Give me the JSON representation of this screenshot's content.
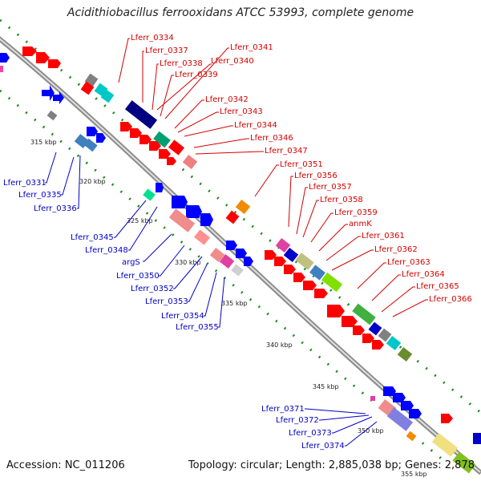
{
  "title": "Acidithiobacillus ferrooxidans ATCC 53993, complete genome",
  "accession_text": "Accession: NC_011206",
  "summary_text": "Topology: circular; Length: 2,885,038 bp; Genes: 2,878",
  "colors": {
    "forward_label": "#d40000",
    "reverse_label": "#0000c8",
    "backbone": "#8c8c8c",
    "tick": "#1a8c1a"
  },
  "kbp_labels": [
    "315 kbp",
    "320 kbp",
    "325 kbp",
    "330 kbp",
    "335 kbp",
    "340 kbp",
    "345 kbp",
    "350 kbp",
    "355 kbp"
  ],
  "forward_labels": [
    "Lferr_0334",
    "Lferr_0337",
    "Lferr_0338",
    "Lferr_0340",
    "Lferr_0339",
    "Lferr_0341",
    "Lferr_0342",
    "Lferr_0343",
    "Lferr_0344",
    "Lferr_0346",
    "Lferr_0347",
    "Lferr_0351",
    "Lferr_0356",
    "Lferr_0357",
    "Lferr_0358",
    "Lferr_0359",
    "anmK",
    "Lferr_0361",
    "Lferr_0362",
    "Lferr_0363",
    "Lferr_0364",
    "Lferr_0365",
    "Lferr_0366"
  ],
  "reverse_labels": [
    "Lferr_0331",
    "Lferr_0335",
    "Lferr_0336",
    "Lferr_0345",
    "Lferr_0348",
    "argS",
    "Lferr_0350",
    "Lferr_0352",
    "Lferr_0353",
    "Lferr_0354",
    "Lferr_0355",
    "Lferr_0371",
    "Lferr_0372",
    "Lferr_0373",
    "Lferr_0374"
  ]
}
